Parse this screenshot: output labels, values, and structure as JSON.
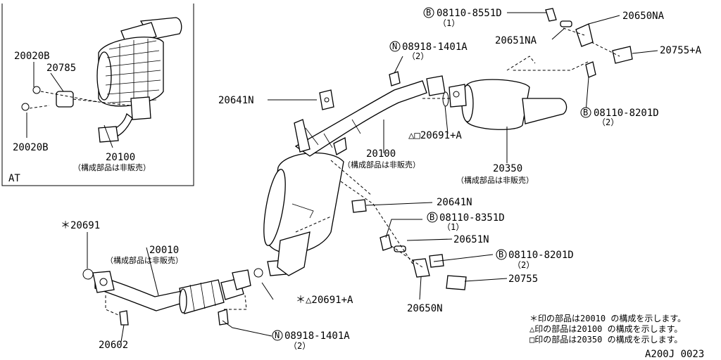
{
  "inset": {
    "label": "AT",
    "parts": {
      "p20020b_top": "20020B",
      "p20785": "20785",
      "p20020b_bottom": "20020B",
      "p20100": "20100",
      "p20100_note": "（構成部品は非販売）"
    }
  },
  "labels": {
    "b_08110_8551d": "08110-8551D",
    "b_08110_8551d_qty": "（1）",
    "p20650na": "20650NA",
    "p20651na": "20651NA",
    "p20755a": "20755+A",
    "n_08918_1401a_top": "08918-1401A",
    "n_08918_1401a_top_qty": "（2）",
    "b_08110_8201d_top": "08110-8201D",
    "b_08110_8201d_top_qty": "（2）",
    "p20641n_top": "20641N",
    "p20691a_sq": "△□20691+A",
    "p20100": "20100",
    "p20100_note": "（構成部品は非販売）",
    "p20350": "20350",
    "p20350_note": "（構成部品は非販売）",
    "p20641n_mid": "20641N",
    "b_08110_8351d": "08110-8351D",
    "b_08110_8351d_qty": "（1）",
    "p20651n": "20651N",
    "b_08110_8201d_mid": "08110-8201D",
    "b_08110_8201d_mid_qty": "（2）",
    "p20755": "20755",
    "p20650n": "20650N",
    "p20691_star": "＊20691",
    "p20010": "20010",
    "p20010_note": "（構成部品は非販売）",
    "p20691a_star": "＊△20691+A",
    "p20602": "20602",
    "n_08918_1401a_bottom": "08918-1401A",
    "n_08918_1401a_bottom_qty": "（2）"
  },
  "symbols": {
    "bolt": "B",
    "nut": "N"
  },
  "legend": [
    "＊印の部品は20010 の構成を示します。",
    "△印の部品は20100 の構成を示します。",
    "□印の部品は20350 の構成を示します。"
  ],
  "diagram_code": "A200J 0023"
}
